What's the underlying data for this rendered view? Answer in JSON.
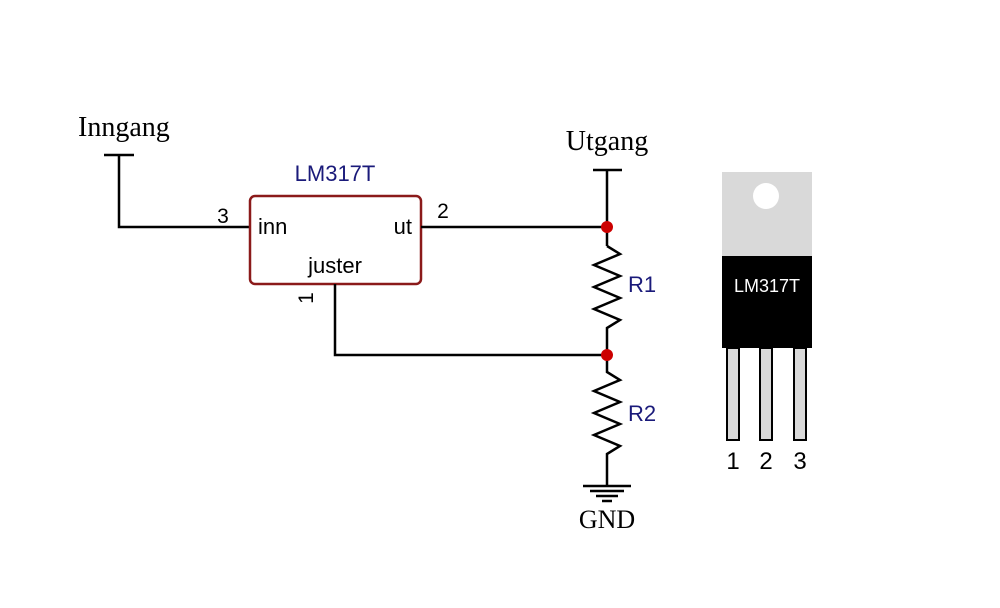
{
  "labels": {
    "input": "Inngang",
    "output": "Utgang",
    "ground": "GND"
  },
  "regulator": {
    "name": "LM317T",
    "pin_in": "inn",
    "pin_out": "ut",
    "pin_adjust": "juster",
    "pin_in_number": "3",
    "pin_out_number": "2",
    "pin_adjust_number": "1"
  },
  "resistors": {
    "r1": "R1",
    "r2": "R2"
  },
  "package": {
    "marking": "LM317T",
    "pins": [
      "1",
      "2",
      "3"
    ]
  },
  "colors": {
    "component_outline": "#8b1a1a",
    "component_label": "#1a1a7a",
    "junction": "#cc0000",
    "package_tab": "#d9d9d9",
    "package_body": "#000000",
    "package_leg": "#d9d9d9"
  }
}
